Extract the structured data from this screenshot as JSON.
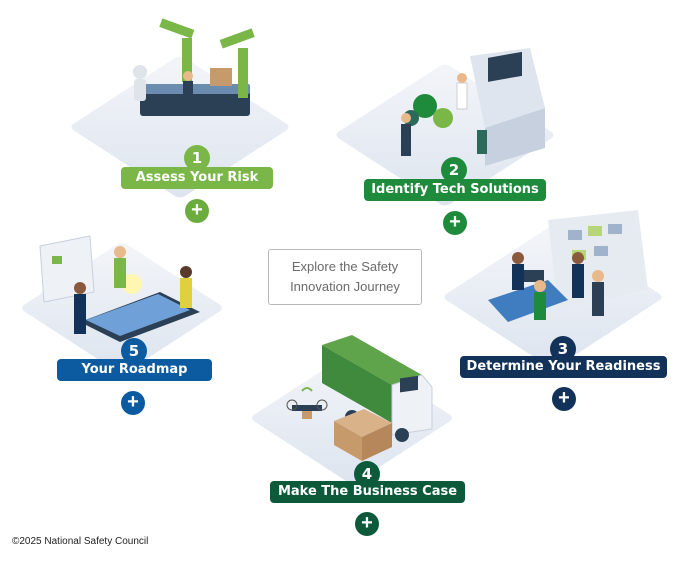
{
  "center": {
    "line1": "Explore the Safety",
    "line2": "Innovation Journey"
  },
  "steps": [
    {
      "number": "1",
      "label": "Assess Your Risk",
      "color": "#7ab648",
      "plus_color": "#6aac3d"
    },
    {
      "number": "2",
      "label": "Identify Tech Solutions",
      "color": "#1e8a3c",
      "plus_color": "#1e8a3c"
    },
    {
      "number": "3",
      "label": "Determine Your Readiness",
      "color": "#13325a",
      "plus_color": "#13325a"
    },
    {
      "number": "4",
      "label": "Make The Business Case",
      "color": "#0c5a3a",
      "plus_color": "#0c5a3a"
    },
    {
      "number": "5",
      "label": "Your Roadmap",
      "color": "#0c5aa0",
      "plus_color": "#0c5aa0"
    }
  ],
  "plus_symbol": "+",
  "copyright": "©2025 National Safety Council"
}
